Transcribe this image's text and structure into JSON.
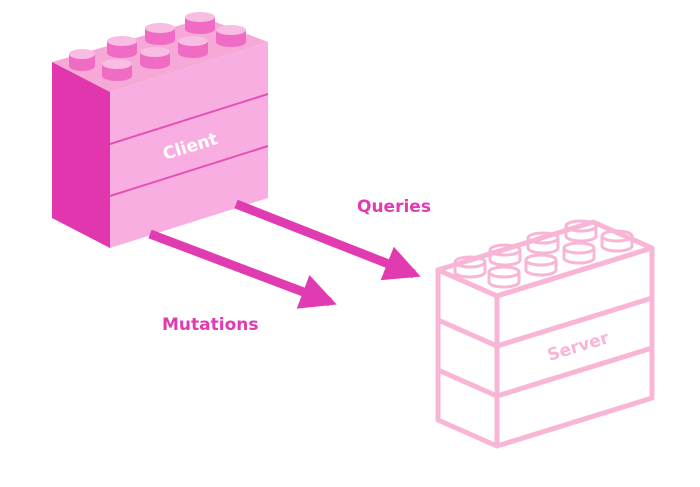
{
  "labels": {
    "client": "Client",
    "server": "Server",
    "queries": "Queries",
    "mutations": "Mutations"
  },
  "colors": {
    "client_top": "#f6a8d6",
    "client_front": "#f8aee0",
    "client_side": "#e136ad",
    "client_lines": "#e64fb5",
    "arrow": "#e03bb0",
    "label_text": "#e03bb0",
    "server_stroke": "#f9b5d6",
    "server_text": "#f9b5d6"
  }
}
